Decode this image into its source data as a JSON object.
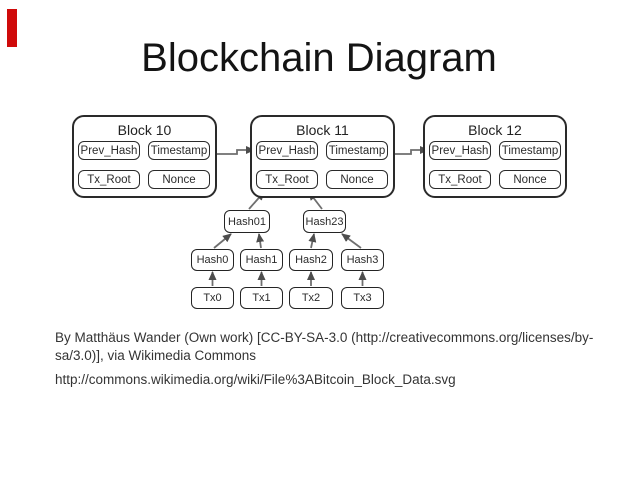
{
  "slide": {
    "title": "Blockchain Diagram",
    "accent_color": "#cf0a0a"
  },
  "diagram": {
    "blocks": [
      {
        "title": "Block 10",
        "cells": [
          "Prev_Hash",
          "Timestamp",
          "Tx_Root",
          "Nonce"
        ]
      },
      {
        "title": "Block 11",
        "cells": [
          "Prev_Hash",
          "Timestamp",
          "Tx_Root",
          "Nonce"
        ]
      },
      {
        "title": "Block 12",
        "cells": [
          "Prev_Hash",
          "Timestamp",
          "Tx_Root",
          "Nonce"
        ]
      }
    ],
    "merkle": {
      "level1": [
        "Hash01",
        "Hash23"
      ],
      "level2": [
        "Hash0",
        "Hash1",
        "Hash2",
        "Hash3"
      ],
      "level3": [
        "Tx0",
        "Tx1",
        "Tx2",
        "Tx3"
      ]
    },
    "edges": [
      "Block 10 -> Block 11 Prev_Hash",
      "Block 11 -> Block 12 Prev_Hash",
      "Hash01 -> Tx_Root (Block 11)",
      "Hash23 -> Tx_Root (Block 11)",
      "Hash0 -> Hash01",
      "Hash1 -> Hash01",
      "Hash2 -> Hash23",
      "Hash3 -> Hash23",
      "Tx0 -> Hash0",
      "Tx1 -> Hash1",
      "Tx2 -> Hash2",
      "Tx3 -> Hash3"
    ],
    "arrow_color": "#6f6f6f",
    "box_border_color": "#2a2a2a"
  },
  "attribution": {
    "lines": [
      "By Matthäus Wander (Own work) [CC-BY-SA-3.0 (http://creativecommons.org/licenses/by-",
      "sa/3.0)], via Wikimedia Commons"
    ],
    "link": "http://commons.wikimedia.org/wiki/File%3ABitcoin_Block_Data.svg"
  }
}
